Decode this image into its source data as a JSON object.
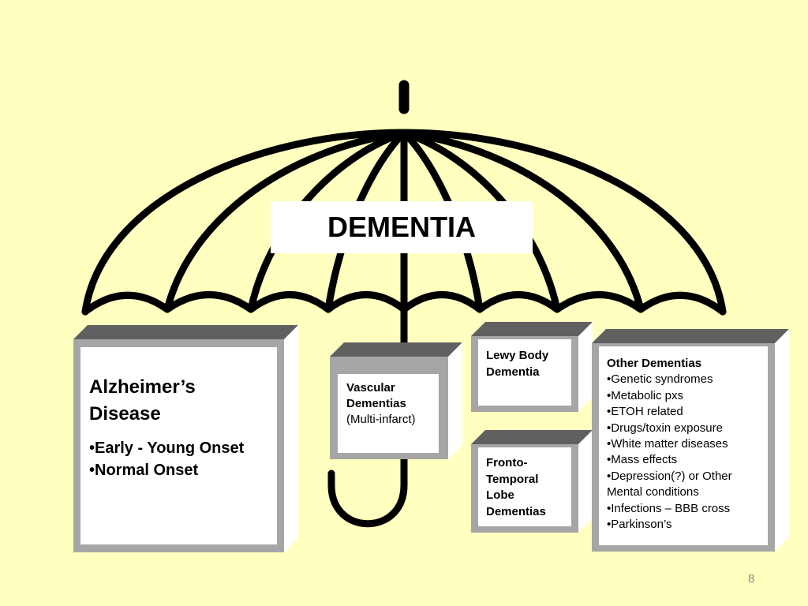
{
  "diagram": {
    "title": "DEMENTIA",
    "page_number": "8",
    "boxes": {
      "alzheimers": {
        "heading_line1": "Alzheimer’s",
        "heading_line2": "Disease",
        "bullets": [
          "•Early - Young Onset",
          "•Normal Onset"
        ]
      },
      "vascular": {
        "heading_line1": "Vascular",
        "heading_line2": "Dementias",
        "sub": "(Multi-infarct)"
      },
      "lewy": {
        "line1": "Lewy Body",
        "line2": "Dementia"
      },
      "fronto": {
        "line1": "Fronto-",
        "line2": "Temporal",
        "line3": "Lobe",
        "line4": "Dementias"
      },
      "other": {
        "heading": "Other Dementias",
        "bullets": [
          "•Genetic syndromes",
          "•Metabolic pxs",
          "•ETOH related",
          "•Drugs/toxin exposure",
          "•White matter diseases",
          "•Mass effects",
          "•Depression(?) or Other",
          "Mental conditions",
          "•Infections – BBB cross",
          "•Parkinson’s"
        ]
      }
    }
  }
}
